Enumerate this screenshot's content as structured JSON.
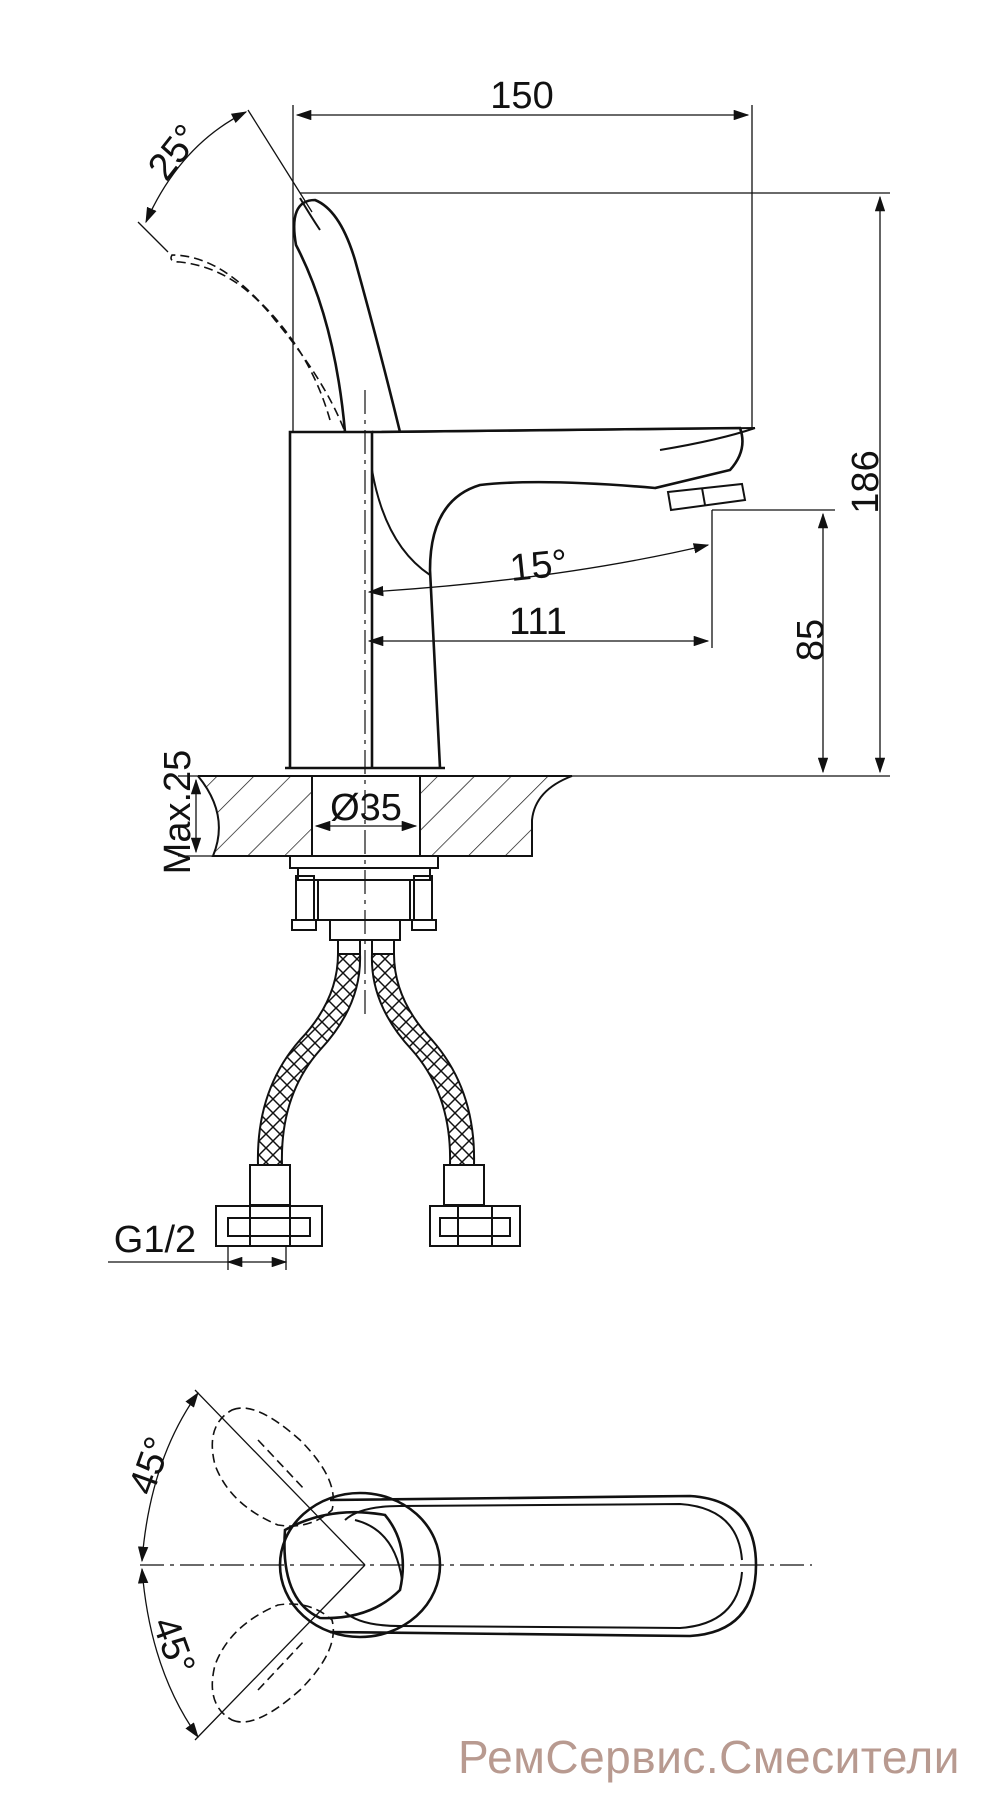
{
  "labels": {
    "width_total": "150",
    "height_total": "186",
    "spout_height": "85",
    "spout_reach": "111",
    "spout_angle": "15°",
    "lever_angle": "25°",
    "mount_hole": "Ø35",
    "max_counter": "Max.25",
    "thread": "G1/2",
    "rotate_up": "45°",
    "rotate_down": "45°"
  },
  "watermark": "РемСервис.Смесители"
}
